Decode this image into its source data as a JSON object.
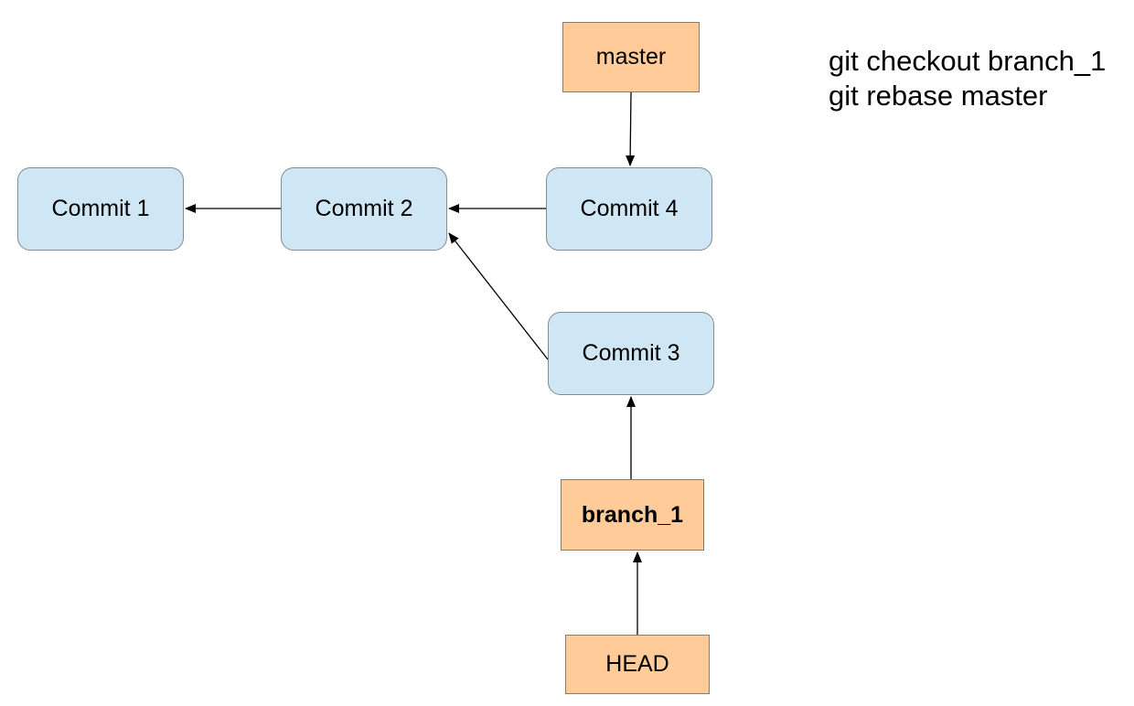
{
  "nodes": {
    "commit1": {
      "label": "Commit 1"
    },
    "commit2": {
      "label": "Commit 2"
    },
    "commit3": {
      "label": "Commit 3"
    },
    "commit4": {
      "label": "Commit 4"
    },
    "master": {
      "label": "master"
    },
    "branch1": {
      "label": "branch_1"
    },
    "head": {
      "label": "HEAD"
    }
  },
  "commands": [
    "git checkout branch_1",
    "git rebase master"
  ],
  "colors": {
    "commit_fill": "#cfe7f5",
    "ref_fill": "#ffcc99",
    "edge": "#000000"
  }
}
